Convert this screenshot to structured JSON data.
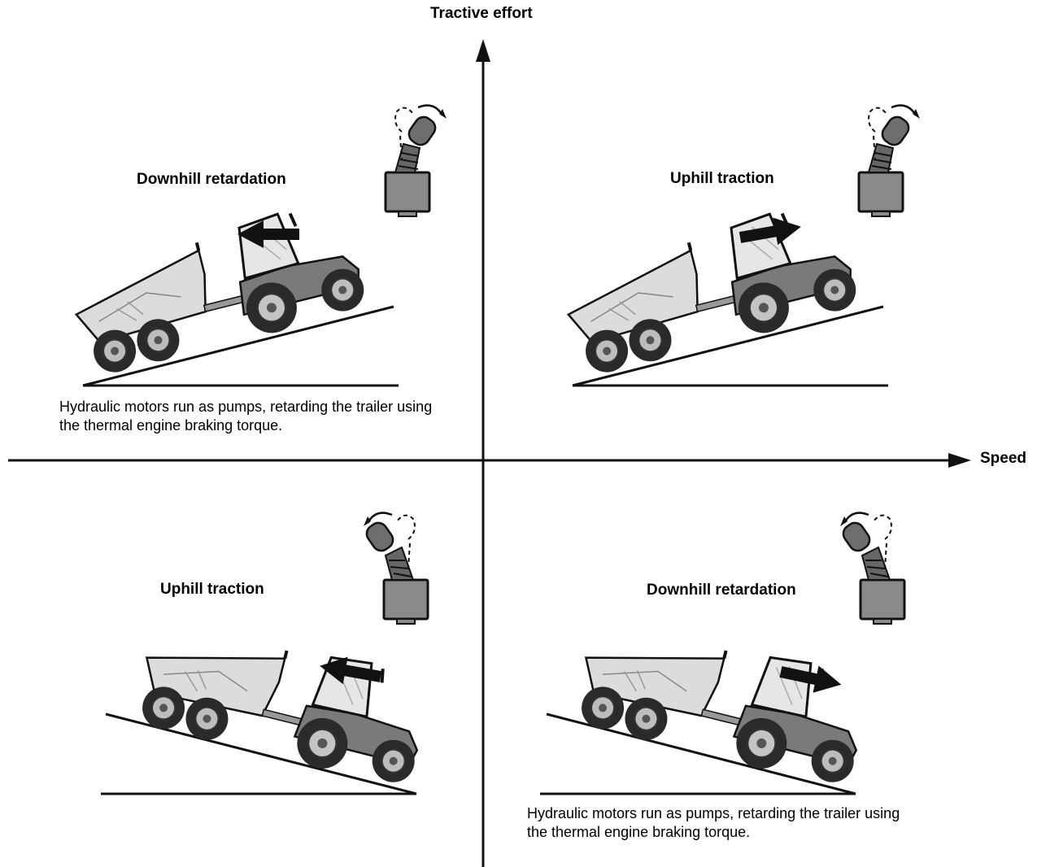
{
  "axes": {
    "y_label": "Tractive effort",
    "x_label": "Speed"
  },
  "quadrants": {
    "top_left": {
      "title": "Downhill retardation",
      "caption": "Hydraulic motors run as pumps, retarding the trailer using the thermal engine braking torque.",
      "motion_arrow": "left",
      "lever": "forward",
      "slope": "uphill-right"
    },
    "top_right": {
      "title": "Uphill traction",
      "caption": "",
      "motion_arrow": "right",
      "lever": "forward",
      "slope": "uphill-right"
    },
    "bottom_left": {
      "title": "Uphill traction",
      "caption": "",
      "motion_arrow": "left",
      "lever": "backward",
      "slope": "downhill-right"
    },
    "bottom_right": {
      "title": "Downhill retardation",
      "caption": "Hydraulic motors run as pumps, retarding the trailer using the thermal engine braking torque.",
      "motion_arrow": "right",
      "lever": "backward",
      "slope": "downhill-right"
    }
  },
  "colors": {
    "trailer_fill": "#dcdcdc",
    "tractor_fill": "#7a7a7a",
    "cab_fill": "#e6e6e6",
    "lever_body": "#8a8a8a",
    "ink": "#111111"
  },
  "icons": [
    "joystick-lever-icon",
    "motion-arrow-icon",
    "tractor-trailer-icon"
  ]
}
